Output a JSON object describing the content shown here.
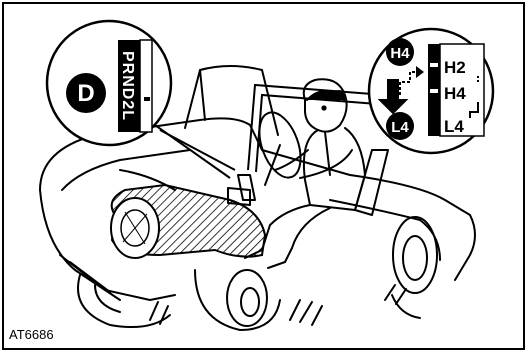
{
  "figure_code": "AT6686",
  "selector": {
    "current_position": "D",
    "positions": [
      "P",
      "R",
      "N",
      "D",
      "2",
      "L"
    ]
  },
  "transfer_lever": {
    "badge_top": "H4",
    "badge_bottom": "L4",
    "positions": [
      "H2",
      "H4",
      "L4"
    ]
  }
}
